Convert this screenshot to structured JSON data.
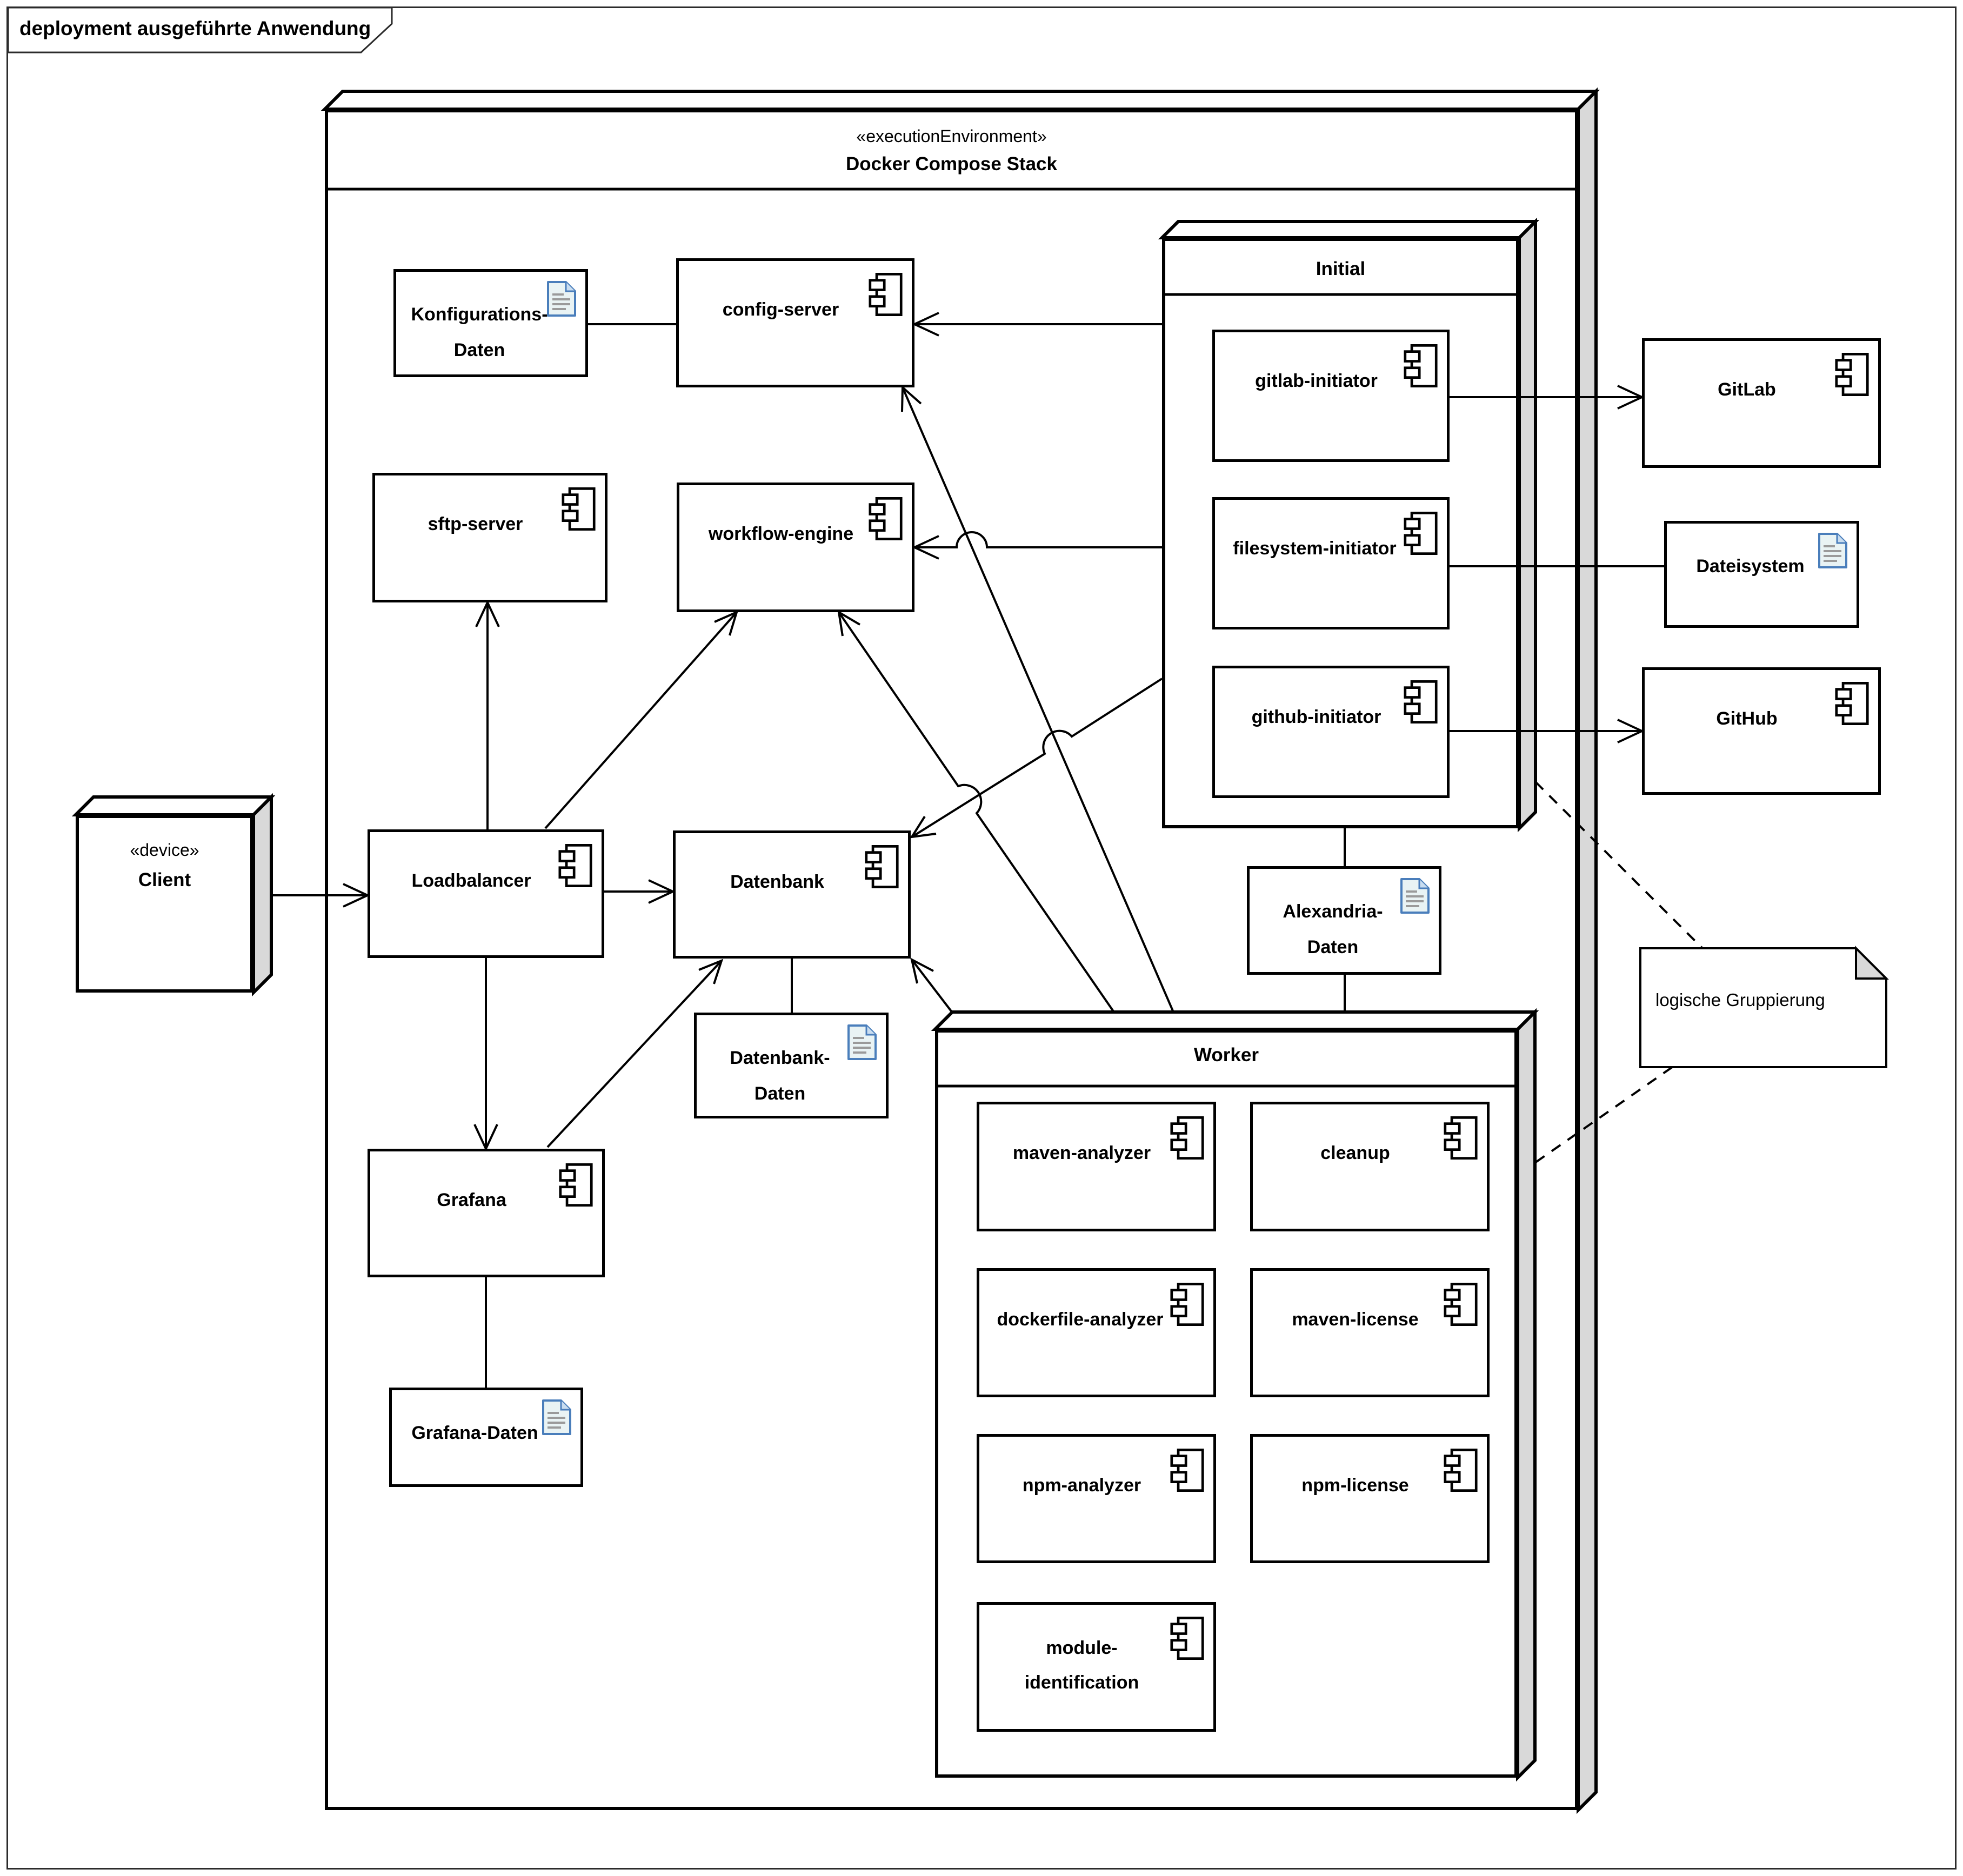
{
  "frame": {
    "title": "deployment ausgeführte Anwendung"
  },
  "docker": {
    "stereotype": "«executionEnvironment»",
    "name": "Docker Compose Stack"
  },
  "client": {
    "stereotype": "«device»",
    "name": "Client"
  },
  "components": {
    "config_server": {
      "label": "config-server"
    },
    "sftp_server": {
      "label": "sftp-server"
    },
    "workflow_engine": {
      "label": "workflow-engine"
    },
    "loadbalancer": {
      "label": "Loadbalancer"
    },
    "datenbank": {
      "label": "Datenbank"
    },
    "grafana": {
      "label": "Grafana"
    },
    "gitlab": {
      "label": "GitLab"
    },
    "github": {
      "label": "GitHub"
    }
  },
  "artifacts": {
    "konfigurations_daten": {
      "line1": "Konfigurations-",
      "line2": "Daten"
    },
    "datenbank_daten": {
      "line1": "Datenbank-",
      "line2": "Daten"
    },
    "grafana_daten": {
      "line1": "Grafana-Daten",
      "line2": ""
    },
    "alexandria_daten": {
      "line1": "Alexandria-",
      "line2": "Daten"
    },
    "dateisystem": {
      "line1": "Dateisystem",
      "line2": ""
    }
  },
  "initial": {
    "title": "Initial",
    "components": [
      {
        "label": "gitlab-initiator"
      },
      {
        "label": "filesystem-initiator"
      },
      {
        "label": "github-initiator"
      }
    ]
  },
  "worker": {
    "title": "Worker",
    "components": [
      {
        "line1": "maven-analyzer",
        "line2": ""
      },
      {
        "line1": "cleanup",
        "line2": ""
      },
      {
        "line1": "dockerfile-analyzer",
        "line2": ""
      },
      {
        "line1": "maven-license",
        "line2": ""
      },
      {
        "line1": "npm-analyzer",
        "line2": ""
      },
      {
        "line1": "npm-license",
        "line2": ""
      },
      {
        "line1": "module-",
        "line2": "identification"
      }
    ]
  },
  "note": {
    "text": "logische Gruppierung"
  },
  "icons": {
    "component": "uml-component-icon",
    "artifact": "uml-artifact-icon"
  },
  "colors": {
    "line": "#000000",
    "band_gray": "#d9d9d9",
    "artifact_stroke": "#4a7ebb",
    "artifact_fill": "#e9f3f4",
    "artifact_fold": "#c9ddf0",
    "artifact_ruling": "#9a9a9a",
    "note_fold": "#d9d9d9",
    "frame_border": "#2b2b2b"
  }
}
